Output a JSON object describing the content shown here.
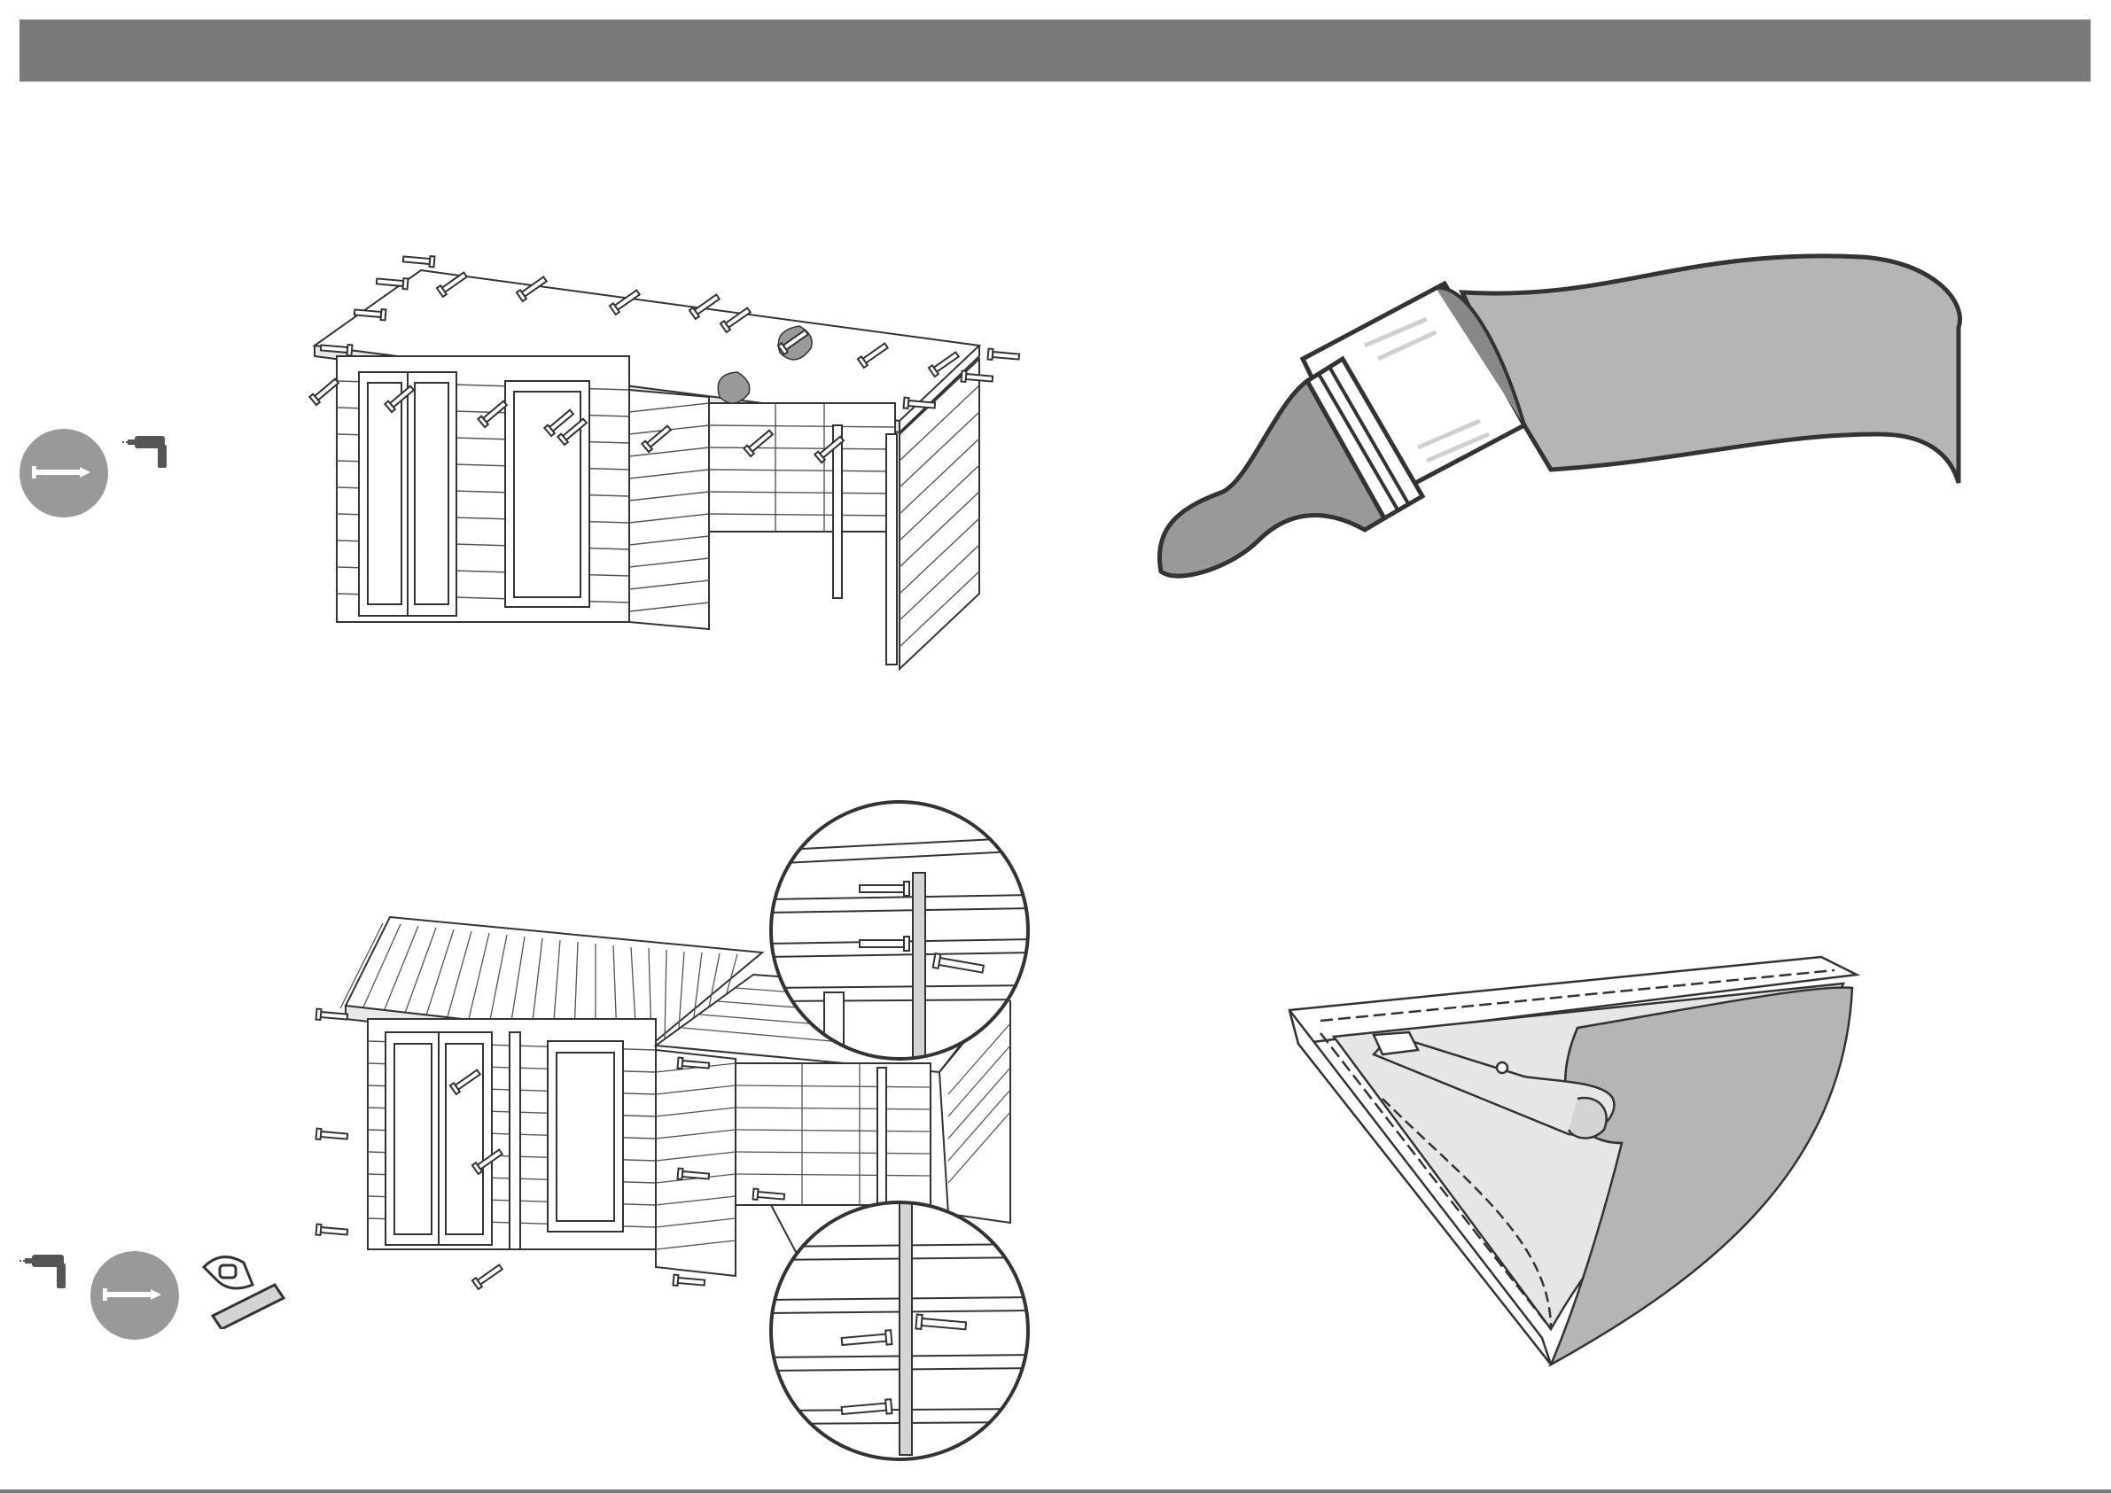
{
  "colors": {
    "header_bar": "#7a7879",
    "line": "#333333",
    "mid_grey": "#9a9999",
    "light_grey": "#d4d4d4",
    "fill_grey": "#b5b5b5"
  },
  "icons": {
    "screw_badge": "screw-icon",
    "drill": "drill-icon",
    "saw": "saw-icon",
    "paintbrush": "paintbrush-icon",
    "knife": "utility-knife-icon"
  },
  "steps": [
    {
      "name": "step-fix-roof-board",
      "tools": [
        "screw-icon",
        "drill-icon"
      ]
    },
    {
      "name": "step-treat-timber",
      "tools": [
        "paintbrush-icon"
      ]
    },
    {
      "name": "step-fix-cladding-and-trim",
      "tools": [
        "drill-icon",
        "screw-icon",
        "saw-icon"
      ]
    },
    {
      "name": "step-trim-felt",
      "tools": [
        "utility-knife-icon"
      ]
    }
  ]
}
